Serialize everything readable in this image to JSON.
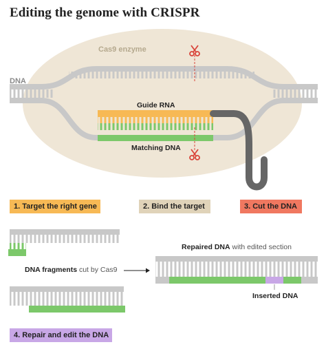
{
  "title": "Editing the genome with CRISPR",
  "labels": {
    "enzyme": "Cas9 enzyme",
    "dna": "DNA",
    "guide_rna": "Guide RNA",
    "matching_dna": "Matching DNA",
    "fragments_bold": "DNA fragments",
    "fragments_rest": "cut by Cas9",
    "repaired_bold": "Repaired DNA",
    "repaired_rest": "with edited section",
    "inserted": "Inserted DNA"
  },
  "steps": [
    "1. Target the right gene",
    "2. Bind the target",
    "3. Cut the DNA",
    "4. Repair and edit the DNA"
  ],
  "colors": {
    "enzyme": "#efe6d6",
    "dna": "#c8c8c8",
    "guide_rna": "#f7b955",
    "matching_dna": "#7cc86a",
    "inserted_dna": "#c8a7e6",
    "scissors": "#d9443a",
    "rna_tail": "#666666"
  },
  "icons": [
    "scissors-icon",
    "scissors-icon",
    "arrow-right-icon"
  ]
}
